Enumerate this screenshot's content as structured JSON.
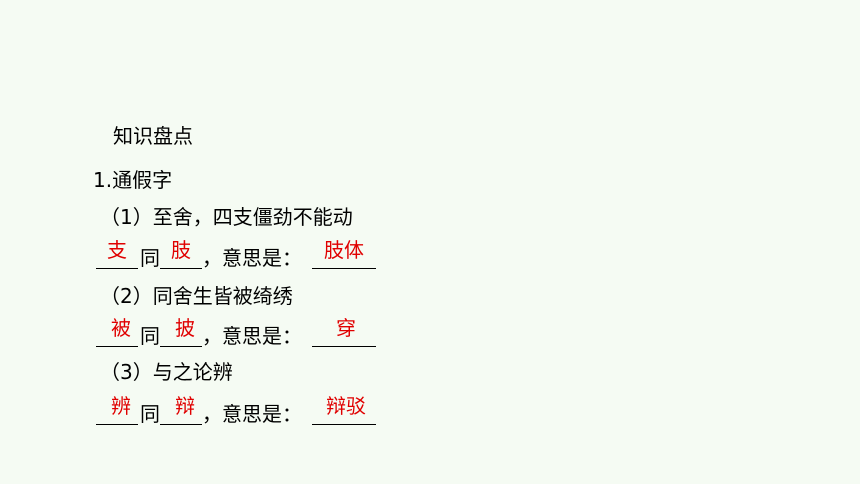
{
  "heading": "知识盘点",
  "section_1": "1.通假字",
  "items": [
    {
      "prompt": "（1）至舍，四支僵劲不能动",
      "word": "支",
      "same_as": "肢",
      "meaning": "肢体"
    },
    {
      "prompt": "（2）同舍生皆被绮绣",
      "word": "被",
      "same_as": "披",
      "meaning": "穿"
    },
    {
      "prompt": "（3）与之论辨",
      "word": "辨",
      "same_as": "辩",
      "meaning": "辩驳"
    }
  ],
  "labels": {
    "tong": "同",
    "meaning_label": "，意思是："
  },
  "colors": {
    "background": "#f5fbf3",
    "answer": "#e00000"
  }
}
